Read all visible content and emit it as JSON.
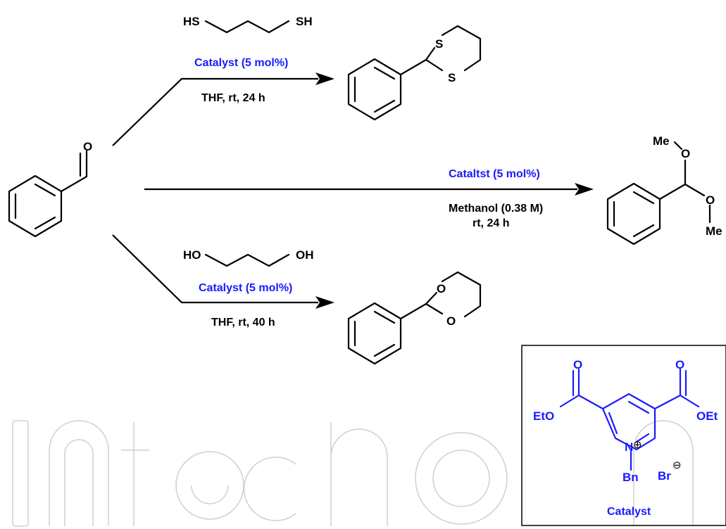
{
  "colors": {
    "ink": "#000000",
    "accent": "#1a1aff",
    "watermark": "#d0d0d0"
  },
  "scheme": {
    "reactions": [
      {
        "reagent_top": "",
        "catalyst_label": "Catalyst (5 mol%)",
        "conditions": [
          "THF, rt, 24 h"
        ],
        "reagent_left": "HS",
        "reagent_right": "SH"
      },
      {
        "catalyst_label": "Catalts­t (5 mol%)",
        "conditions": [
          "Methanol (0.38 M)",
          "rt, 24 h"
        ]
      },
      {
        "catalyst_label": "Catalyst (5 mol%)",
        "conditions": [
          "THF, rt, 40 h"
        ],
        "reagent_left": "HO",
        "reagent_right": "OH"
      }
    ],
    "atoms": {
      "aldehyde_o": "O",
      "dithiane_s1": "S",
      "dithiane_s2": "S",
      "acetal_o1": "O",
      "acetal_o2": "O",
      "acetal_me1": "Me",
      "acetal_me2": "Me",
      "dioxane_o1": "O",
      "dioxane_o2": "O"
    },
    "catalyst_box": {
      "caption": "Catalyst",
      "o_left": "O",
      "o_right": "O",
      "eto_left": "EtO",
      "oet_right": "OEt",
      "n_plus": "N",
      "plus_symbol": "⊕",
      "minus_symbol": "⊖",
      "bn": "Bn",
      "br": "Br"
    }
  }
}
